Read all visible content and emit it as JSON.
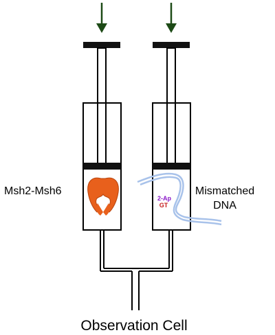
{
  "labels": {
    "protein": "Msh2-Msh6",
    "dna_line1": "Mismatched",
    "dna_line2": "DNA",
    "probe": "2-Ap",
    "mismatch": "GT",
    "cell": "Observation Cell"
  },
  "colors": {
    "arrow": "#1d4a16",
    "protein": "#e8601c",
    "dna": "#a8c2ea",
    "probe": "#8a18c8",
    "mismatch": "#c41a1a",
    "line": "#000000"
  }
}
